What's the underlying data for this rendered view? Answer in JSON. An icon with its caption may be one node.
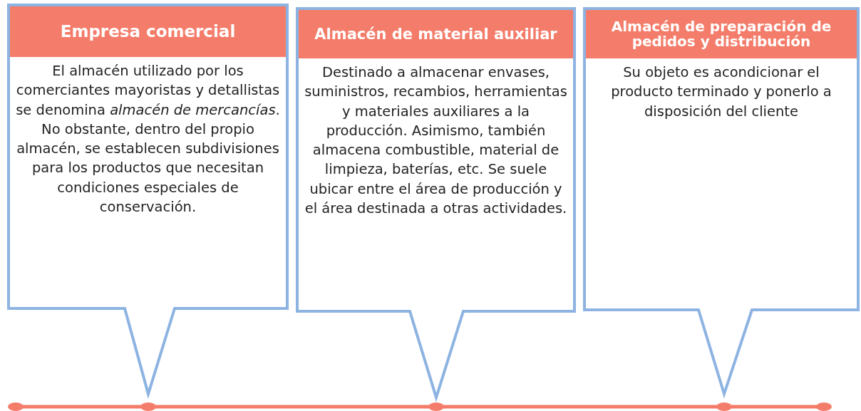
{
  "diagram": {
    "nodes": [
      {
        "text": [
          "Empresa comercial",
          "El almacén utilizado por los comerciantes mayoristas y detallistas se denomina *almacén de mercancías*. No obstante, dentro del propio almacén, se establecen subdivisiones para los productos que necesitan condiciones especiales de conservación."
        ]
      },
      {
        "text": [
          "Almacén de material auxiliar",
          "Destinado a almacenar envases, suministros, recambios, herramientas y materiales auxiliares a la producción. Asimismo, también almacena combustible, material de limpieza, baterías, etc. Se suele ubicar entre el área de producción y el área destinada a otras actividades."
        ]
      },
      {
        "text": [
          "Almacén de preparación de pedidos y distribución",
          "Su objeto es acondicionar el producto terminado y ponerlo a disposición del cliente"
        ]
      }
    ]
  }
}
